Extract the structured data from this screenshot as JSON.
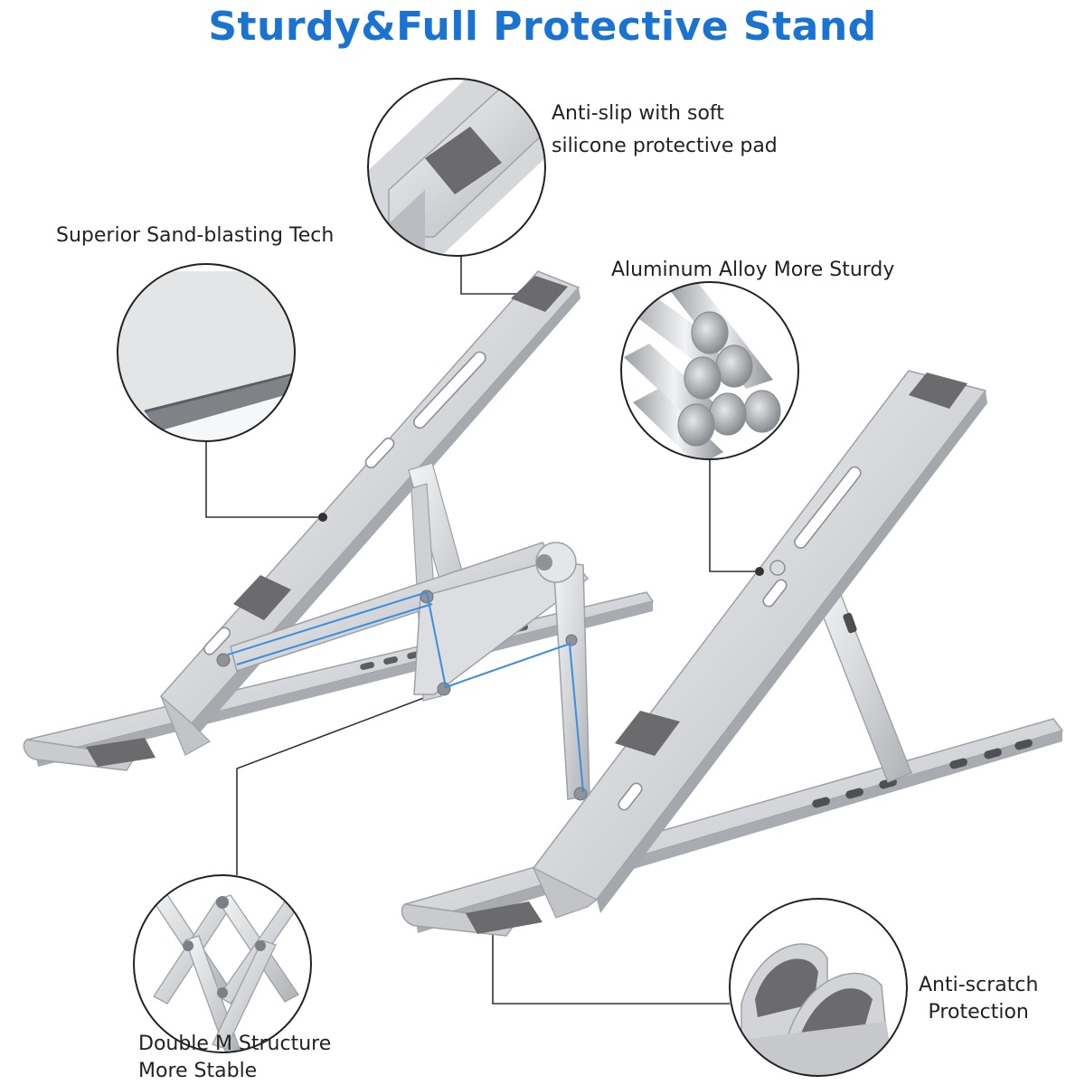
{
  "title": "Sturdy&Full Protective Stand",
  "colors": {
    "title": "#1a73d1",
    "accent_lines": "#3a8ee0",
    "metal": "#d7d9dc",
    "pad": "#6b6b6d"
  },
  "features": [
    {
      "id": "antislip",
      "line1": "Anti-slip with soft",
      "line2": "silicone protective pad",
      "icon": "silicone-pad-closeup"
    },
    {
      "id": "sandblast",
      "label": "Superior Sand-blasting Tech",
      "icon": "sandblasted-surface-closeup"
    },
    {
      "id": "alloy",
      "label": "Aluminum Alloy More Sturdy",
      "icon": "aluminum-rods-closeup"
    },
    {
      "id": "doublem",
      "line1": "Double M Structure",
      "line2": "More Stable",
      "icon": "double-m-hinge-closeup"
    },
    {
      "id": "antiscratch",
      "line1": "Anti-scratch",
      "line2": "Protection",
      "icon": "curved-feet-closeup"
    }
  ]
}
